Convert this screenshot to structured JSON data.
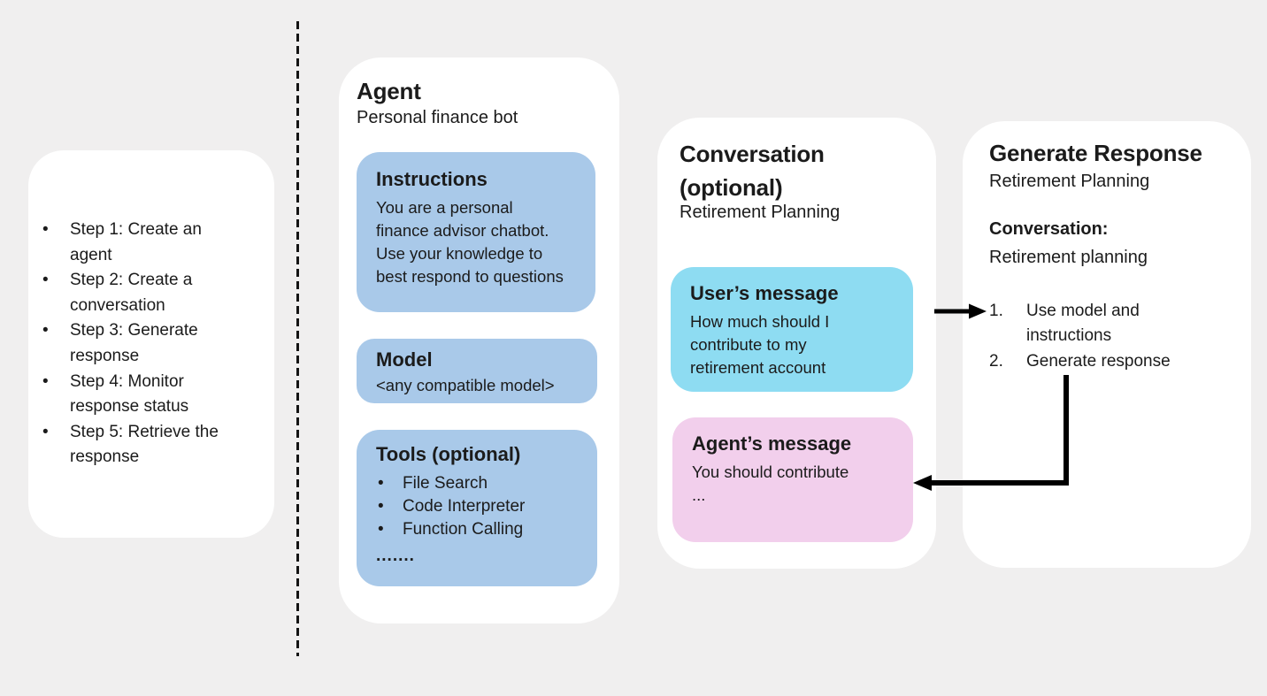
{
  "colors": {
    "background": "#f0efef",
    "card": "#ffffff",
    "agent_box_blue": "#a9c9e9",
    "user_message_cyan": "#8edcf2",
    "agent_message_pink": "#f2cfec",
    "text": "#1b1b1b",
    "arrow": "#000000",
    "divider": "#141414"
  },
  "glyphs": {
    "bullet": "•"
  },
  "steps_panel": {
    "items": [
      "Step 1: Create an agent",
      "Step 2: Create a conversation",
      "Step 3: Generate response",
      "Step 4: Monitor response status",
      "Step 5: Retrieve the response"
    ]
  },
  "agent_card": {
    "title": "Agent",
    "subtitle": "Personal finance bot",
    "instructions": {
      "title": "Instructions",
      "body": "You are a personal finance advisor chatbot. Use your knowledge to best respond to questions"
    },
    "model": {
      "title": "Model",
      "body": "<any compatible model>"
    },
    "tools": {
      "title": "Tools (optional)",
      "items": [
        "File Search",
        "Code Interpreter",
        "Function Calling"
      ],
      "more": "......."
    }
  },
  "conversation_card": {
    "title_line1": "Conversation",
    "title_line2": "(optional)",
    "subtitle": "Retirement Planning",
    "user_message": {
      "title": "User’s message",
      "body": "How much should I contribute to my retirement account"
    },
    "agent_message": {
      "title": "Agent’s message",
      "body": "You should contribute ..."
    }
  },
  "generate_card": {
    "title": "Generate Response",
    "subtitle": "Retirement Planning",
    "conversation_label": "Conversation:",
    "conversation_value": "Retirement planning",
    "steps": [
      {
        "num": "1.",
        "text": "Use model and instructions"
      },
      {
        "num": "2.",
        "text": "Generate response"
      }
    ]
  }
}
